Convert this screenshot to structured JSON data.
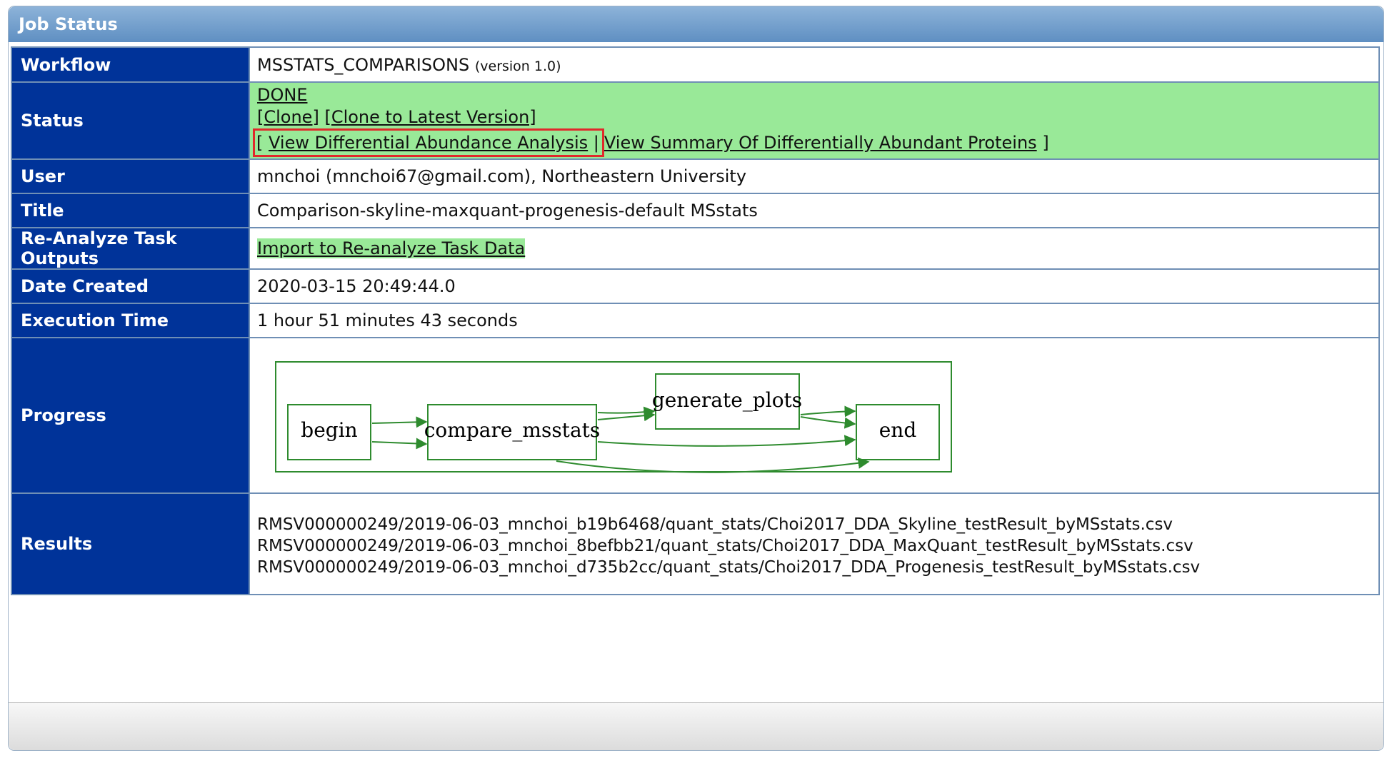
{
  "panel": {
    "title": "Job Status"
  },
  "rows": {
    "workflow": {
      "label": "Workflow",
      "name": "MSSTATS_COMPARISONS",
      "version": "(version 1.0)"
    },
    "status": {
      "label": "Status",
      "state": "DONE",
      "clone": "[Clone]",
      "clone_latest": "[Clone to Latest Version]",
      "bracket_open": "[",
      "view_diff": "View Differential Abundance Analysis",
      "separator": "|",
      "view_summary": "View Summary Of Differentially Abundant Proteins",
      "bracket_close": "]"
    },
    "user": {
      "label": "User",
      "value": "mnchoi (mnchoi67@gmail.com), Northeastern University"
    },
    "title": {
      "label": "Title",
      "value": "Comparison-skyline-maxquant-progenesis-default MSstats"
    },
    "reanalyze": {
      "label": "Re-Analyze Task Outputs",
      "link": "Import to Re-analyze Task Data"
    },
    "date_created": {
      "label": "Date Created",
      "value": "2020-03-15 20:49:44.0"
    },
    "execution_time": {
      "label": "Execution Time",
      "value": "1 hour 51 minutes 43 seconds"
    },
    "progress": {
      "label": "Progress",
      "nodes": {
        "begin": "begin",
        "compare": "compare_msstats",
        "plots": "generate_plots",
        "end": "end"
      },
      "colors": {
        "stroke": "#2e8b2e",
        "text": "#000000"
      }
    },
    "results": {
      "label": "Results",
      "files": [
        "RMSV000000249/2019-06-03_mnchoi_b19b6468/quant_stats/Choi2017_DDA_Skyline_testResult_byMSstats.csv",
        "RMSV000000249/2019-06-03_mnchoi_8befbb21/quant_stats/Choi2017_DDA_MaxQuant_testResult_byMSstats.csv",
        "RMSV000000249/2019-06-03_mnchoi_d735b2cc/quant_stats/Choi2017_DDA_Progenesis_testResult_byMSstats.csv"
      ]
    }
  },
  "colors": {
    "label_bg": "#003399",
    "done_bg": "#99e998",
    "header_bg": "#6b98c8",
    "highlight": "#e0292b"
  }
}
